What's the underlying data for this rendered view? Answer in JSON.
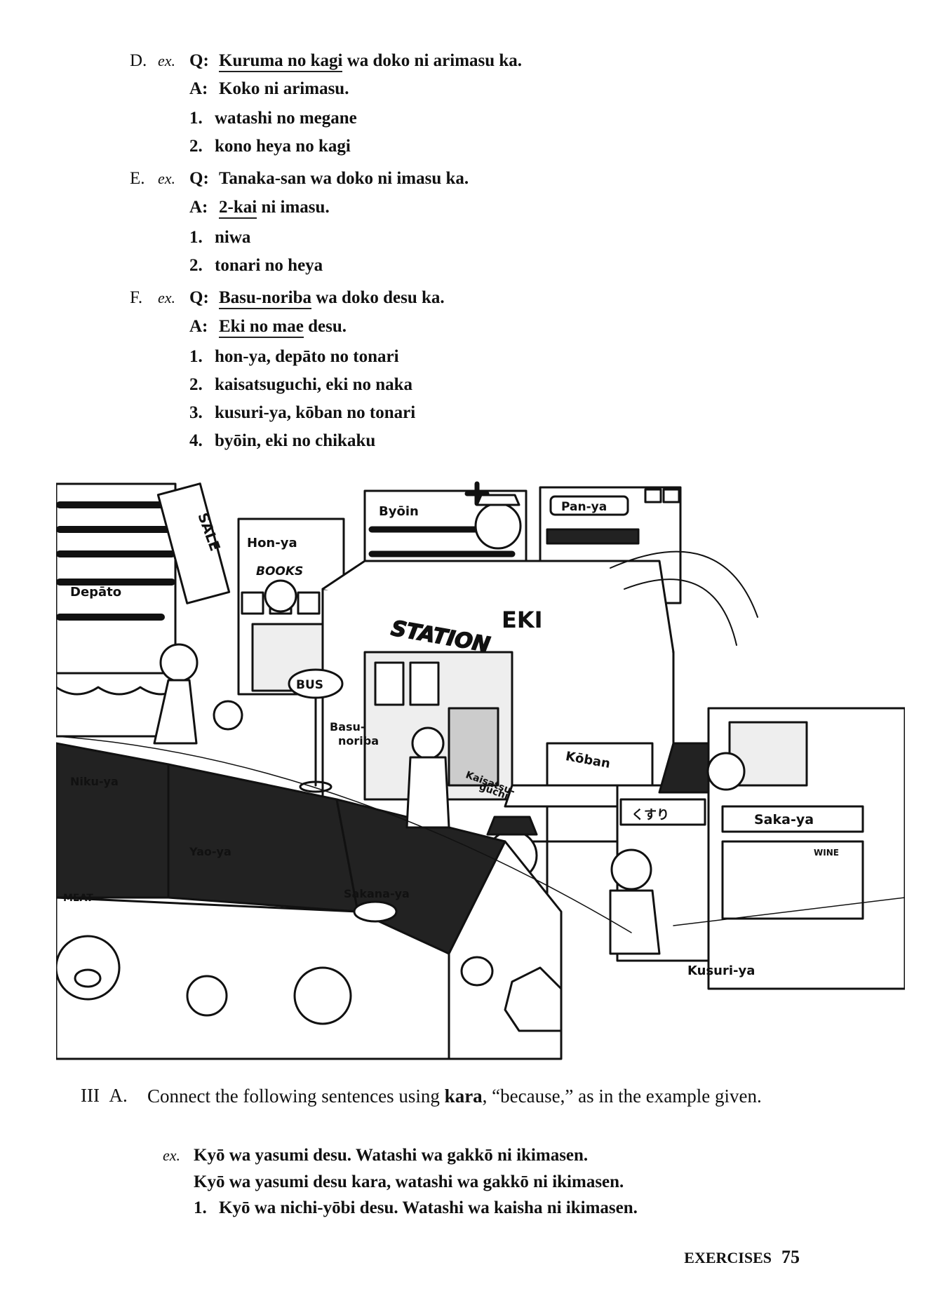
{
  "sectionD": {
    "letter": "D.",
    "ex": "ex.",
    "q_label": "Q:",
    "q_underlined": "Kuruma no kagi",
    "q_rest": " wa doko ni arimasu ka.",
    "a_label": "A:",
    "a_text": "Koko ni arimasu.",
    "items": [
      "watashi no megane",
      "kono heya no kagi"
    ]
  },
  "sectionE": {
    "letter": "E.",
    "ex": "ex.",
    "q_label": "Q:",
    "q_text": "Tanaka-san wa doko ni imasu ka.",
    "a_label": "A:",
    "a_underlined": "2-kai",
    "a_rest": " ni imasu.",
    "items": [
      "niwa",
      "tonari no heya"
    ]
  },
  "sectionF": {
    "letter": "F.",
    "ex": "ex.",
    "q_label": "Q:",
    "q_underlined": "Basu-noriba",
    "q_rest": " wa doko desu ka.",
    "a_label": "A:",
    "a_underlined": "Eki no mae",
    "a_rest": " desu.",
    "items": [
      "hon-ya, depāto no tonari",
      "kaisatsuguchi, eki no naka",
      "kusuri-ya, kōban no tonari",
      "byōin, eki no chikaku"
    ]
  },
  "illustration": {
    "labels": {
      "depato": "Depāto",
      "sale": "SALE",
      "honya": "Hon-ya",
      "books": "BOOKS",
      "byoin": "Byōin",
      "panya": "Pan-ya",
      "eki": "EKI",
      "station": "STATION",
      "bus": "BUS",
      "basunoriba_1": "Basu-",
      "basunoriba_2": "noriba",
      "koban": "Kōban",
      "kaisatsuguchi_1": "Kaisatsu-",
      "kaisatsuguchi_2": "guchi",
      "kusuri_kana": "くすり",
      "sakaya": "Saka-ya",
      "wine": "WINE",
      "nikuya": "Niku-ya",
      "yaoya": "Yao-ya",
      "sakanaya": "Sakana-ya",
      "meat": "MEAT",
      "kusuriya": "Kusuri-ya"
    }
  },
  "part3": {
    "roman": "III",
    "letter": "A.",
    "instr_1": "Connect the following sentences using ",
    "instr_bold": "kara",
    "instr_2": ", “because,” as in the example given.",
    "ex": "ex.",
    "ex_line1": "Kyō wa yasumi desu. Watashi wa gakkō ni ikimasen.",
    "ex_line2": "Kyō wa yasumi desu kara, watashi wa gakkō ni ikimasen.",
    "item1_num": "1.",
    "item1": "Kyō wa nichi-yōbi desu. Watashi wa kaisha ni ikimasen."
  },
  "footer": {
    "section": "EXERCISES",
    "page": "75"
  }
}
